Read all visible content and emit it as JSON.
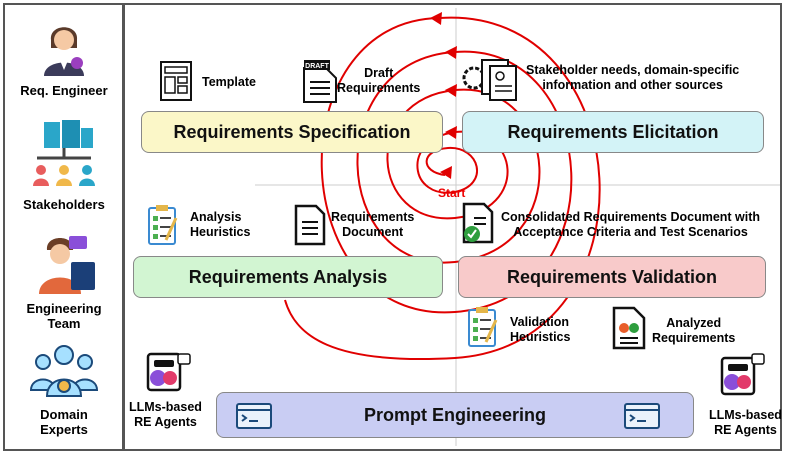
{
  "actors": [
    {
      "id": "req-engineer",
      "label": "Req. Engineer",
      "icon": "woman-engineer-icon"
    },
    {
      "id": "stakeholders",
      "label": "Stakeholders",
      "icon": "building-people-icon"
    },
    {
      "id": "engineering-team",
      "label": "Engineering\nTeam",
      "icon": "developer-icon"
    },
    {
      "id": "domain-experts",
      "label": "Domain\nExperts",
      "icon": "expert-group-icon"
    }
  ],
  "phases": {
    "specification": "Requirements Specification",
    "elicitation": "Requirements Elicitation",
    "analysis": "Requirements Analysis",
    "validation": "Requirements Validation",
    "prompt": "Prompt Engineeering"
  },
  "artifacts": {
    "template": "Template",
    "draft_badge": "DRAFT",
    "draft": "Draft\nRequirements",
    "stakeholder_needs": "Stakeholder needs, domain-specific\ninformation and other sources",
    "analysis_heuristics": "Analysis\nHeuristics",
    "requirements_document": "Requirements\nDocument",
    "consolidated": "Consolidated Requirements Document with\nAcceptance Criteria and Test Scenarios",
    "validation_heuristics": "Validation\nHeuristics",
    "analyzed": "Analyzed\nRequirements"
  },
  "agents": {
    "left": "LLMs-based\nRE Agents",
    "right": "LLMs-based\nRE Agents"
  },
  "start_label": "Start",
  "colors": {
    "spiral": "#e00000",
    "specification_fill": "#fbf7c8",
    "elicitation_fill": "#d3f3f7",
    "analysis_fill": "#d2f5d2",
    "validation_fill": "#f8caca",
    "prompt_fill": "#c9cdf3",
    "frame": "#555555"
  }
}
